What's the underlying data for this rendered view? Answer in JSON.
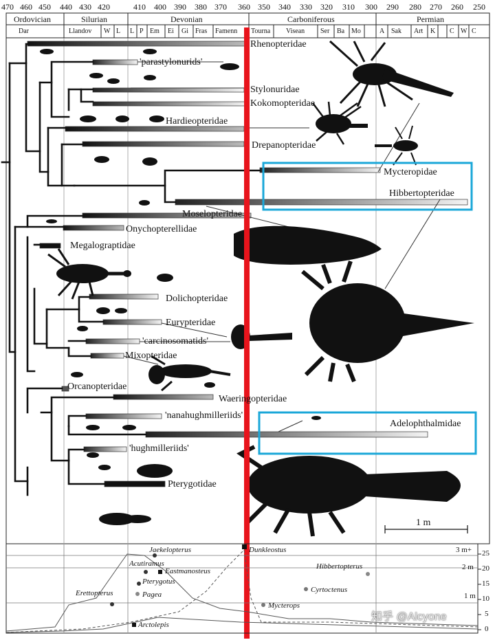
{
  "ticks": [
    "470",
    "460",
    "450",
    "440",
    "430",
    "420",
    "410",
    "400",
    "390",
    "380",
    "370",
    "360",
    "350",
    "340",
    "330",
    "320",
    "310",
    "300",
    "290",
    "280",
    "270",
    "260",
    "250"
  ],
  "periods": [
    "Ordovician",
    "Silurian",
    "Devonian",
    "Carboniferous",
    "Permian"
  ],
  "stages": [
    "Dar",
    "Llandov",
    "W",
    "L",
    "L",
    "P",
    "Em",
    "Ei",
    "Gi",
    "Fras",
    "Famenn",
    "Tourna",
    "Visean",
    "Ser",
    "Ba",
    "Mo",
    "A",
    "Sak",
    "Art",
    "K",
    "C",
    "W",
    "C"
  ],
  "families": [
    "Rhenopteridae",
    "'parastylonurids'",
    "Stylonuridae",
    "Kokomopteridae",
    "Hardieopteridae",
    "Drepanopteridae",
    "Mycteropidae",
    "Hibbertopteridae",
    "Moselopteridae",
    "Onychopterellidae",
    "Megalograptidae",
    "Dolichopteridae",
    "Eurypteridae",
    "'carcinosomatids'",
    "Mixopteridae",
    "Orcanopteridae",
    "Waeringopteridae",
    "'nanahughmilleriids'",
    "Adelophthalmidae",
    "'hughmilleriids'",
    "Pterygotidae"
  ],
  "scale_bar_label": "1 m",
  "size_panel": {
    "genera": [
      "Jaekelopterus",
      "Dunkleostus",
      "Acutiramus",
      "Eastmanosteus",
      "Hibbertopterus",
      "Pterygotus",
      "Cyrtoctenus",
      "Erettopterus",
      "Pagea",
      "Mycterops",
      "Arctolepis"
    ],
    "size_labels": [
      "3 m+",
      "2 m",
      "1 m"
    ],
    "axis_ticks": [
      "25",
      "20",
      "15",
      "10",
      "5",
      "0"
    ]
  },
  "watermark": "知乎 @Alcyone",
  "colors": {
    "highlight_line": "#e8141c",
    "highlight_box": "#1aa7d8",
    "silhouette": "#111111"
  }
}
